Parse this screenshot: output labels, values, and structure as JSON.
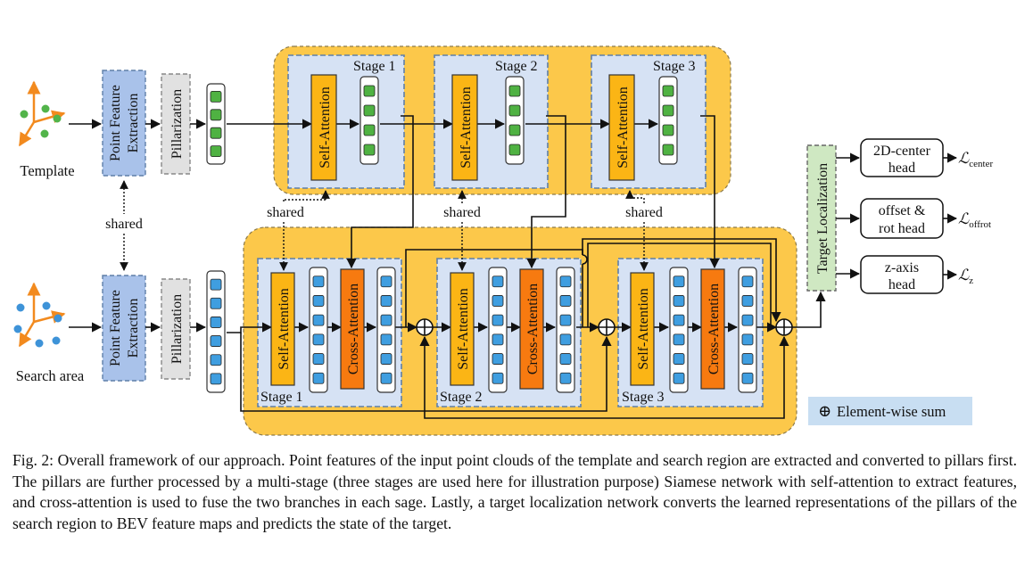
{
  "colors": {
    "yellow": "#fcc84a",
    "stage_bg": "#d6e2f4",
    "dashed": "#5f7fa8",
    "self_attention": "#fbb515",
    "cross_attention": "#f77a10",
    "green_feature": "#4fb242",
    "blue_feature": "#3f9ee0",
    "point_feature_box": "#a9c2ea",
    "pillarization_box": "#e1e1e1",
    "localization_box": "#cfe8c2",
    "legend_box": "#c8def2",
    "axis_orange": "#f28a1e",
    "point_green": "#52b44a",
    "point_blue": "#3e93d8"
  },
  "template_branch": {
    "input_label": "Template",
    "point_feature_label": "Point Feature Extraction",
    "pillarization_label": "Pillarization",
    "stages": [
      "Stage 1",
      "Stage 2",
      "Stage 3"
    ],
    "self_attention_label": "Self-Attention"
  },
  "search_branch": {
    "input_label": "Search area",
    "point_feature_label": "Point Feature Extraction",
    "pillarization_label": "Pillarization",
    "stages": [
      "Stage 1",
      "Stage 2",
      "Stage 3"
    ],
    "self_attention_label": "Self-Attention",
    "cross_attention_label": "Cross-Attention"
  },
  "shared_label": "shared",
  "target_localization_label": "Target Localization",
  "heads": [
    {
      "label_line1": "2D-center",
      "label_line2": "head",
      "loss": "ℒ",
      "loss_sub": "center"
    },
    {
      "label_line1": "offset &",
      "label_line2": "rot head",
      "loss": "ℒ",
      "loss_sub": "offrot"
    },
    {
      "label_line1": "z-axis",
      "label_line2": "head",
      "loss": "ℒ",
      "loss_sub": "z"
    }
  ],
  "legend": {
    "symbol": "⊕",
    "text": "Element-wise sum"
  },
  "caption": "Fig. 2: Overall framework of our approach. Point features of the input point clouds of the template and search region are extracted and converted to pillars first. The pillars are further processed by a multi-stage (three stages are used here for illustration purpose) Siamese network with self-attention to extract features, and cross-attention is used to fuse the two branches in each sage. Lastly, a target localization network converts the learned representations of the pillars of the search region to BEV feature maps and predicts the state of the target."
}
